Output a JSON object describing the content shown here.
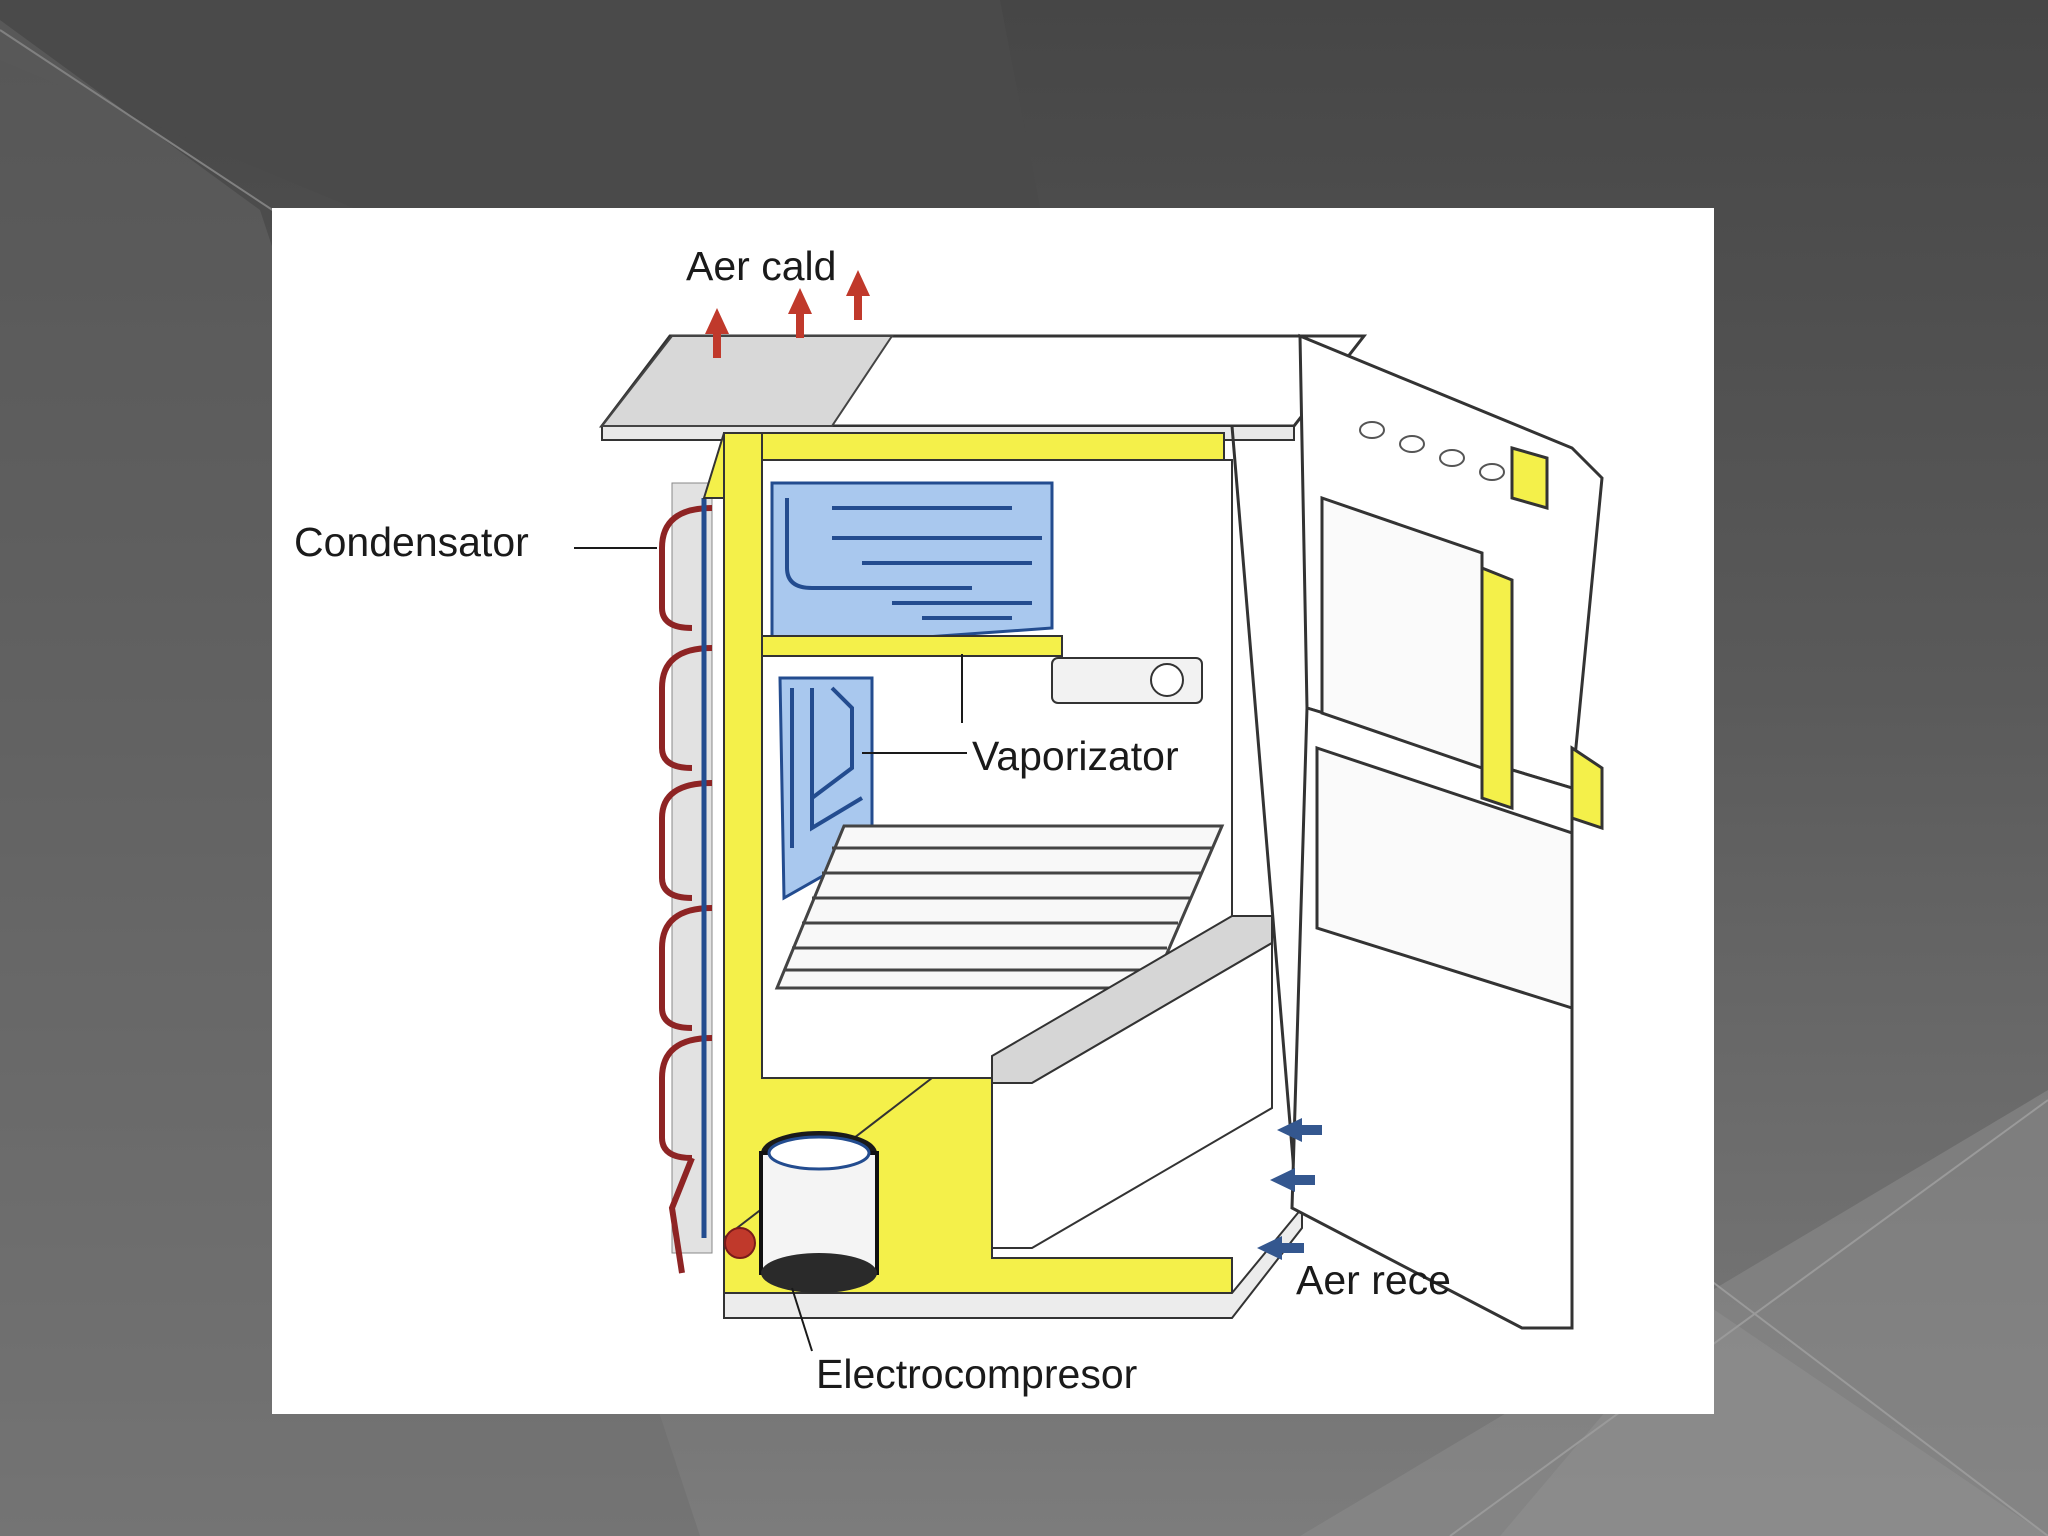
{
  "slide": {
    "background": "#555555"
  },
  "diagram": {
    "labels": {
      "warm_air": "Aer cald",
      "condenser": "Condensator",
      "evaporator": "Vaporizator",
      "cold_air": "Aer rece",
      "compressor": "Electrocompresor"
    },
    "colors": {
      "insulation": "#f4f04a",
      "evaporator_fill": "#a9c8ee",
      "evaporator_tube": "#234c8f",
      "condenser_tube": "#8e2424",
      "warm_arrow": "#c0392b",
      "cold_arrow": "#34578f"
    }
  }
}
